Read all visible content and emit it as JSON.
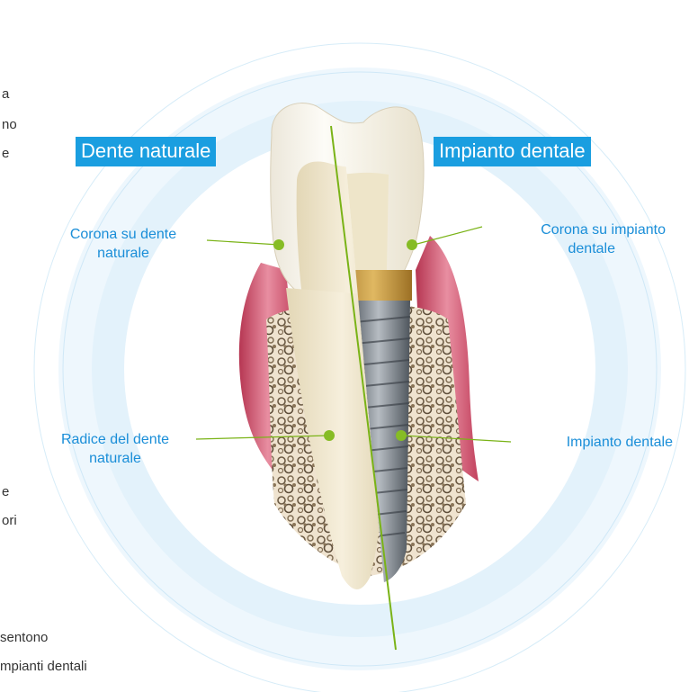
{
  "side_text_fragments": [
    "a",
    "no",
    "e",
    "e",
    "ori",
    "sentono",
    "mpianti dentali"
  ],
  "badges": {
    "left": "Dente naturale",
    "right": "Impianto dentale"
  },
  "labels": {
    "crown_natural_line1": "Corona su dente",
    "crown_natural_line2": "naturale",
    "crown_implant_line1": "Corona su impianto",
    "crown_implant_line2": "dentale",
    "root_natural_line1": "Radice del dente",
    "root_natural_line2": "naturale",
    "implant": "Impianto dentale"
  },
  "colors": {
    "accent": "#1a9ee0",
    "label_text": "#1a8ed8",
    "leader_line": "#7ab317",
    "marker_dot": "#86bc25",
    "halo_ring": "#e3f2fb",
    "gum": "#d96a82",
    "bone": "#f1e6d3",
    "enamel": "#fbf8f0",
    "implant_metal": "#8a9198",
    "abutment": "#c99a3e"
  }
}
